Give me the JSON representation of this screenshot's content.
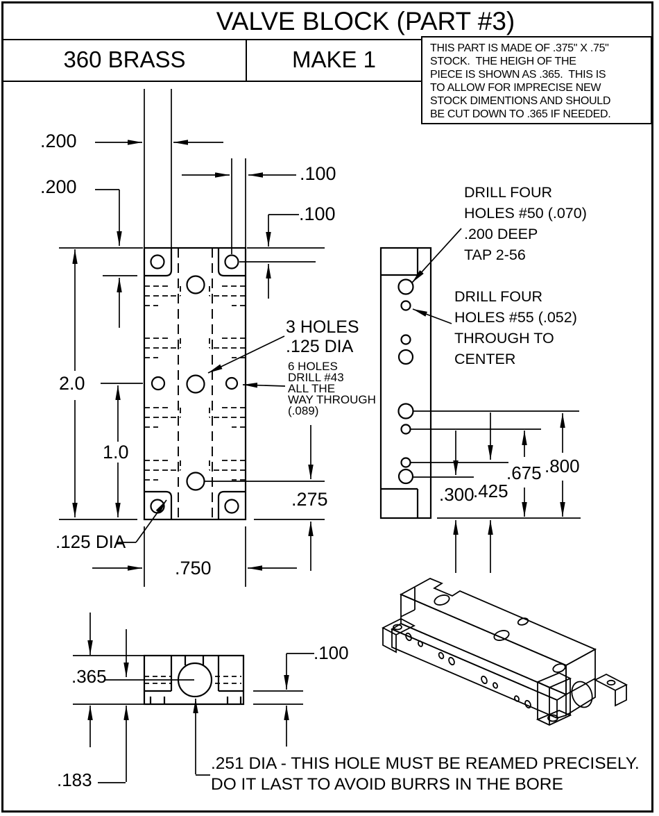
{
  "header": {
    "title": "VALVE BLOCK (PART #3)",
    "material": "360 BRASS",
    "quantity": "MAKE 1",
    "note_lines": [
      "THIS PART IS MADE OF .375\" X .75\"",
      "STOCK.  THE HEIGH OF THE",
      "PIECE IS SHOWN AS .365.  THIS IS",
      "TO ALLOW FOR IMPRECISE NEW",
      "STOCK DIMENTIONS AND SHOULD",
      "BE CUT DOWN TO .365 IF NEEDED."
    ]
  },
  "top_view": {
    "dims": {
      "d200_top": ".200",
      "d200_left": ".200",
      "d100_upper": ".100",
      "d100_lower": ".100",
      "height": "2.0",
      "half": "1.0",
      "d275": ".275",
      "width": ".750",
      "corner_hole": ".125 DIA"
    },
    "callout_3holes": [
      "3 HOLES",
      ".125 DIA"
    ],
    "callout_6holes": [
      "6 HOLES",
      "DRILL #43",
      "ALL THE",
      "WAY THROUGH",
      "(.089)"
    ]
  },
  "side_view": {
    "drill50": [
      "DRILL FOUR",
      "HOLES #50 (.070)",
      ".200 DEEP",
      "TAP 2-56"
    ],
    "drill55": [
      "DRILL FOUR",
      "HOLES #55 (.052)",
      "THROUGH TO",
      "CENTER"
    ],
    "dims": {
      "d300": ".300",
      "d425": ".425",
      "d675": ".675",
      "d800": ".800"
    }
  },
  "front_view": {
    "dims": {
      "d365": ".365",
      "d183": ".183",
      "d100": ".100"
    },
    "bore_note": [
      ".251 DIA - THIS HOLE MUST BE REAMED PRECISELY.",
      "DO IT LAST TO AVOID BURRS IN THE BORE"
    ]
  },
  "colors": {
    "ink": "#000000",
    "paper": "#ffffff"
  }
}
